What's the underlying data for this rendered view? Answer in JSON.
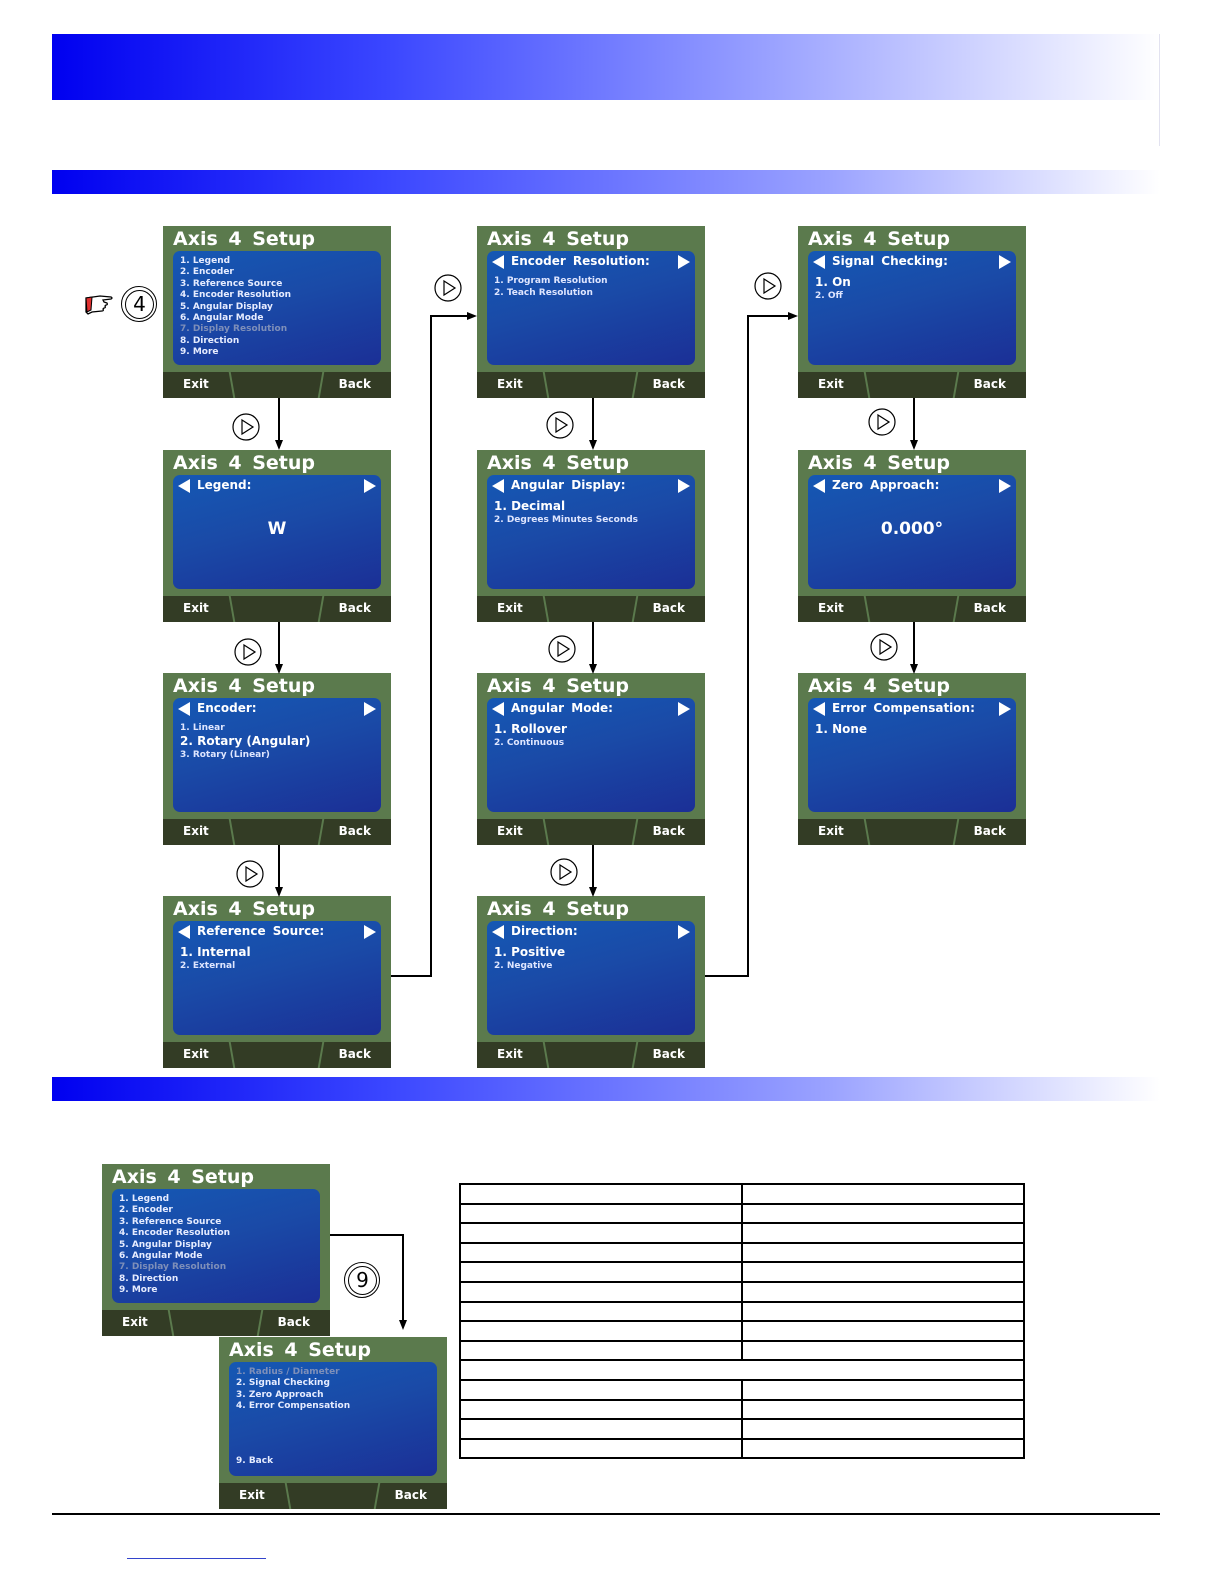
{
  "screens": {
    "main": {
      "title": "Axis 4 Setup",
      "items": [
        "1. Legend",
        "2. Encoder",
        "3. Reference Source",
        "4. Encoder Resolution",
        "5. Angular Display",
        "6. Angular Mode",
        "7. Display Resolution",
        "8. Direction",
        "9. More"
      ],
      "exit": "Exit",
      "back": "Back"
    },
    "legend": {
      "title": "Axis 4 Setup",
      "header": "Legend:",
      "value": "W",
      "exit": "Exit",
      "back": "Back"
    },
    "encoder": {
      "title": "Axis 4 Setup",
      "header": "Encoder:",
      "options": [
        "1. Linear",
        "2. Rotary (Angular)",
        "3. Rotary (Linear)"
      ],
      "exit": "Exit",
      "back": "Back"
    },
    "reference": {
      "title": "Axis 4 Setup",
      "header": "Reference Source:",
      "options": [
        "1. Internal",
        "2. External"
      ],
      "exit": "Exit",
      "back": "Back"
    },
    "encres": {
      "title": "Axis 4 Setup",
      "header": "Encoder Resolution:",
      "options": [
        "1. Program Resolution",
        "2. Teach Resolution"
      ],
      "exit": "Exit",
      "back": "Back"
    },
    "angdisp": {
      "title": "Axis 4 Setup",
      "header": "Angular Display:",
      "options": [
        "1. Decimal",
        "2. Degrees Minutes Seconds"
      ],
      "exit": "Exit",
      "back": "Back"
    },
    "angmode": {
      "title": "Axis 4 Setup",
      "header": "Angular Mode:",
      "options": [
        "1. Rollover",
        "2. Continuous"
      ],
      "exit": "Exit",
      "back": "Back"
    },
    "direction": {
      "title": "Axis 4 Setup",
      "header": "Direction:",
      "options": [
        "1. Positive",
        "2. Negative"
      ],
      "exit": "Exit",
      "back": "Back"
    },
    "signal": {
      "title": "Axis 4 Setup",
      "header": "Signal Checking:",
      "options": [
        "1. On",
        "2. Off"
      ],
      "exit": "Exit",
      "back": "Back"
    },
    "zero": {
      "title": "Axis 4 Setup",
      "header": "Zero Approach:",
      "value": "0.000°",
      "exit": "Exit",
      "back": "Back"
    },
    "errcomp": {
      "title": "Axis 4 Setup",
      "header": "Error Compensation:",
      "options": [
        "1. None"
      ],
      "exit": "Exit",
      "back": "Back"
    },
    "main2": {
      "title": "Axis 4 Setup",
      "items": [
        "1. Legend",
        "2. Encoder",
        "3. Reference Source",
        "4. Encoder Resolution",
        "5. Angular Display",
        "6. Angular Mode",
        "7. Display Resolution",
        "8. Direction",
        "9. More"
      ],
      "exit": "Exit",
      "back": "Back"
    },
    "more": {
      "title": "Axis 4 Setup",
      "items": [
        "1. Radius / Diameter",
        "2. Signal Checking",
        "3. Zero Approach",
        "4. Error Compensation",
        "9. Back"
      ],
      "exit": "Exit",
      "back": "Back"
    }
  },
  "markers": {
    "step_start": "4",
    "step_more": "9"
  },
  "colors": {
    "screen_bezel": "#5b7a4d",
    "screen_panel": "#1a4aa7",
    "softkey_bar": "#333c25",
    "band_blue": "#0000f0"
  }
}
